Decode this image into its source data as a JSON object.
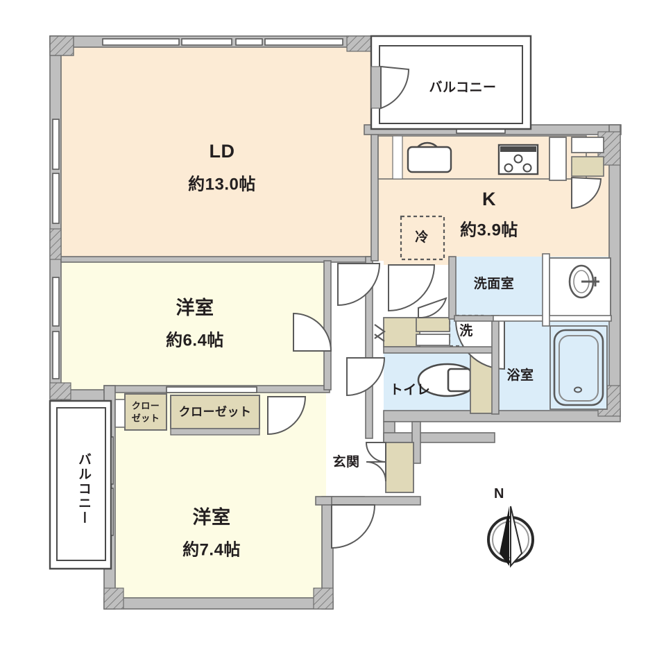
{
  "plan": {
    "type": "japanese-apartment-floor-plan",
    "colors": {
      "living_fill": "#FCEBD5",
      "bedroom_fill": "#FDFCE4",
      "water_fill": "#DBEDF9",
      "fixture_fill": "#E0D9B8",
      "wall_fill": "#BFBFBF",
      "wall_stroke": "#6E6E6E",
      "outline": "#3a3a3a",
      "text": "#231f20",
      "balcony_fill": "#FFFFFF"
    },
    "rooms": [
      {
        "id": "ld",
        "name": "LD",
        "area": "約13.0帖",
        "fill": "living_fill"
      },
      {
        "id": "kitchen",
        "name": "K",
        "area": "約3.9帖",
        "fill": "living_fill"
      },
      {
        "id": "bedroom1",
        "name": "洋室",
        "area": "約6.4帖",
        "fill": "bedroom_fill"
      },
      {
        "id": "bedroom2",
        "name": "洋室",
        "area": "約7.4帖",
        "fill": "bedroom_fill"
      },
      {
        "id": "washroom",
        "name": "洗面室",
        "area": "",
        "fill": "water_fill"
      },
      {
        "id": "bath",
        "name": "浴室",
        "area": "",
        "fill": "water_fill"
      },
      {
        "id": "toilet",
        "name": "トイレ",
        "area": "",
        "fill": "water_fill"
      },
      {
        "id": "entrance",
        "name": "玄関",
        "area": "",
        "fill": "balcony_fill"
      }
    ],
    "labels": {
      "ld_name": "LD",
      "ld_area": "約13.0帖",
      "kitchen_name": "K",
      "kitchen_area": "約3.9帖",
      "bedroom1_name": "洋室",
      "bedroom1_area": "約6.4帖",
      "bedroom2_name": "洋室",
      "bedroom2_area": "約7.4帖",
      "washroom": "洗面室",
      "bath": "浴室",
      "toilet": "トイレ",
      "entrance": "玄関",
      "balcony_top": "バルコニー",
      "balcony_left": "バルコニー",
      "closet_small_line1": "クロー",
      "closet_small_line2": "ゼット",
      "closet_large": "クローゼット",
      "fridge": "冷",
      "washer": "洗",
      "north": "N"
    },
    "fixtures": [
      {
        "id": "sink",
        "label": "kitchen-sink"
      },
      {
        "id": "stove",
        "label": "gas-stove-3-burner"
      },
      {
        "id": "fridge-slot",
        "label": "refrigerator-space"
      },
      {
        "id": "washer-slot",
        "label": "washing-machine-space"
      },
      {
        "id": "vanity",
        "label": "vanity-basin"
      },
      {
        "id": "bathtub",
        "label": "bathtub"
      },
      {
        "id": "toilet-bowl",
        "label": "toilet-bowl"
      },
      {
        "id": "shoe-box",
        "label": "shoe-cabinet"
      }
    ],
    "compass": {
      "letter": "N",
      "direction": "north-up"
    }
  }
}
